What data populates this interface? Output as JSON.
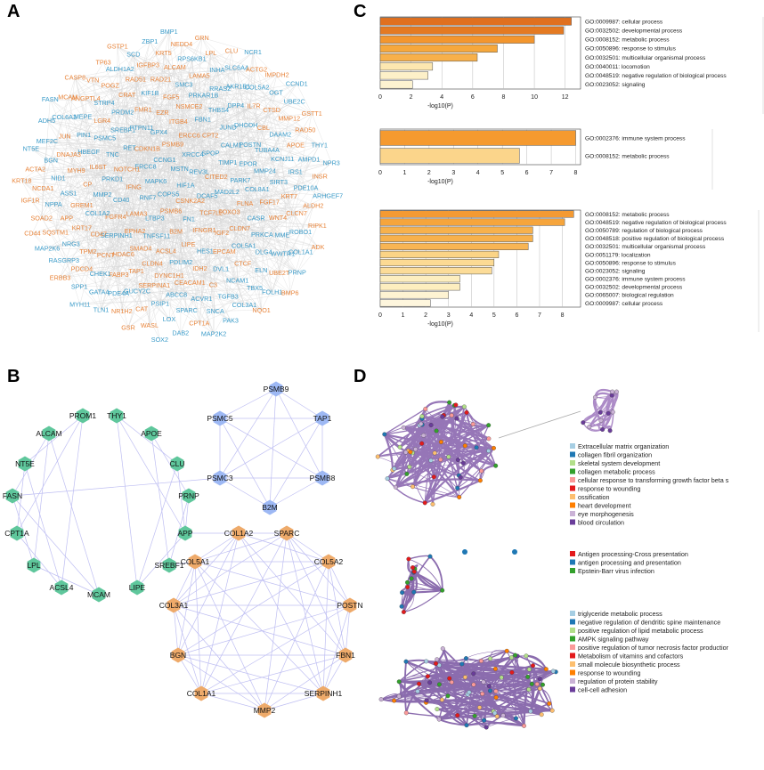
{
  "panels": {
    "a": "A",
    "b": "B",
    "c": "C",
    "d": "D"
  },
  "panel_a": {
    "genes": [
      {
        "t": "HIF1A",
        "c": "b"
      },
      {
        "t": "COPS5",
        "c": "b"
      },
      {
        "t": "MSTN",
        "c": "b"
      },
      {
        "t": "CSNK2A2",
        "c": "o"
      },
      {
        "t": "MAPK6",
        "c": "b"
      },
      {
        "t": "REV3L",
        "c": "b"
      },
      {
        "t": "PSMB6",
        "c": "o"
      },
      {
        "t": "CCNG1",
        "c": "b"
      },
      {
        "t": "DCAF5",
        "c": "b"
      },
      {
        "t": "RNF7",
        "c": "b"
      },
      {
        "t": "XRCC4",
        "c": "b"
      },
      {
        "t": "FN1",
        "c": "b"
      },
      {
        "t": "ERCC8",
        "c": "b"
      },
      {
        "t": "CITED2",
        "c": "o"
      },
      {
        "t": "LTBP3",
        "c": "b"
      },
      {
        "t": "PSMB9",
        "c": "o"
      },
      {
        "t": "TCF7L2",
        "c": "o"
      },
      {
        "t": "IFNG",
        "c": "o"
      },
      {
        "t": "SPOP",
        "c": "b"
      },
      {
        "t": "B2M",
        "c": "o"
      },
      {
        "t": "CDKN1B",
        "c": "o"
      },
      {
        "t": "MAD2L2",
        "c": "b"
      },
      {
        "t": "LAMA3",
        "c": "o"
      },
      {
        "t": "ERCC6",
        "c": "o"
      },
      {
        "t": "IFNGR1",
        "c": "o"
      },
      {
        "t": "NOTCH1",
        "c": "o"
      },
      {
        "t": "TIMP1",
        "c": "b"
      },
      {
        "t": "TNFSF11",
        "c": "b"
      },
      {
        "t": "GPX4",
        "c": "b"
      },
      {
        "t": "FOXO3",
        "c": "o"
      },
      {
        "t": "CD40",
        "c": "b"
      },
      {
        "t": "CPT2",
        "c": "o"
      },
      {
        "t": "LIPE",
        "c": "o"
      },
      {
        "t": "RET",
        "c": "b"
      },
      {
        "t": "PARK7",
        "c": "b"
      },
      {
        "t": "EPHA2",
        "c": "o"
      },
      {
        "t": "ITGB4",
        "c": "o"
      },
      {
        "t": "IGF2",
        "c": "o"
      },
      {
        "t": "PRKD1",
        "c": "b"
      },
      {
        "t": "CALM1",
        "c": "b"
      },
      {
        "t": "ACSL4",
        "c": "o"
      },
      {
        "t": "PTPN11",
        "c": "b"
      },
      {
        "t": "FLNA",
        "c": "o"
      },
      {
        "t": "FGFR4",
        "c": "o"
      },
      {
        "t": "FBN1",
        "c": "b"
      },
      {
        "t": "HES1",
        "c": "b"
      },
      {
        "t": "TNC",
        "c": "b"
      },
      {
        "t": "EPOR",
        "c": "b"
      },
      {
        "t": "SMAD4",
        "c": "o"
      },
      {
        "t": "EZR",
        "c": "o"
      },
      {
        "t": "CLDN7",
        "c": "o"
      },
      {
        "t": "MMP2",
        "c": "b"
      },
      {
        "t": "JUND",
        "c": "b"
      },
      {
        "t": "PDLIM2",
        "c": "b"
      },
      {
        "t": "SREBF1",
        "c": "b"
      },
      {
        "t": "COL8A1",
        "c": "b"
      },
      {
        "t": "SERPINH1",
        "c": "b"
      },
      {
        "t": "NSMCE2",
        "c": "o"
      },
      {
        "t": "EPCAM",
        "c": "o"
      },
      {
        "t": "IL6ST",
        "c": "o"
      },
      {
        "t": "POSTN",
        "c": "b"
      },
      {
        "t": "CLDN4",
        "c": "o"
      },
      {
        "t": "FMR1",
        "c": "o"
      },
      {
        "t": "CASR",
        "c": "b"
      },
      {
        "t": "COL1A2",
        "c": "b"
      },
      {
        "t": "THBS4",
        "c": "b"
      },
      {
        "t": "IDH2",
        "c": "o"
      },
      {
        "t": "PSMC5",
        "c": "b"
      },
      {
        "t": "MMP24",
        "c": "b"
      },
      {
        "t": "HDAC6",
        "c": "o"
      },
      {
        "t": "FGF5",
        "c": "o"
      },
      {
        "t": "COL5A1",
        "c": "b"
      },
      {
        "t": "CP",
        "c": "o"
      },
      {
        "t": "DHODH",
        "c": "b"
      },
      {
        "t": "DYNC1H1",
        "c": "o"
      },
      {
        "t": "PRDM2",
        "c": "b"
      },
      {
        "t": "FGF17",
        "c": "o"
      },
      {
        "t": "CD47",
        "c": "o"
      },
      {
        "t": "PRKAR1B",
        "c": "b"
      },
      {
        "t": "DVL1",
        "c": "b"
      },
      {
        "t": "HBEGF",
        "c": "b"
      },
      {
        "t": "TUBA4A",
        "c": "b"
      },
      {
        "t": "TAP1",
        "c": "o"
      },
      {
        "t": "KIF1B",
        "c": "b"
      },
      {
        "t": "PRKCA",
        "c": "b"
      },
      {
        "t": "GREM1",
        "c": "o"
      },
      {
        "t": "DPP4",
        "c": "b"
      },
      {
        "t": "CEACAM1",
        "c": "o"
      },
      {
        "t": "LGR4",
        "c": "o"
      },
      {
        "t": "SIRT3",
        "c": "b"
      },
      {
        "t": "PCNT",
        "c": "o"
      },
      {
        "t": "SMC3",
        "c": "b"
      },
      {
        "t": "CTCF",
        "c": "o"
      },
      {
        "t": "MYH9",
        "c": "o"
      },
      {
        "t": "CBL",
        "c": "o"
      },
      {
        "t": "SERPINA1",
        "c": "o"
      },
      {
        "t": "CRAT",
        "c": "o"
      },
      {
        "t": "WNT4",
        "c": "o"
      },
      {
        "t": "KRT17",
        "c": "o"
      },
      {
        "t": "RRAS2",
        "c": "b"
      },
      {
        "t": "C3",
        "c": "o"
      },
      {
        "t": "PIN1",
        "c": "b"
      },
      {
        "t": "KCNJ11",
        "c": "b"
      },
      {
        "t": "FABP3",
        "c": "o"
      },
      {
        "t": "RAD21",
        "c": "o"
      },
      {
        "t": "DLG4",
        "c": "b"
      },
      {
        "t": "ASS1",
        "c": "b"
      },
      {
        "t": "IL7R",
        "c": "o"
      },
      {
        "t": "ABCC8",
        "c": "b"
      },
      {
        "t": "STRP4",
        "c": "b"
      },
      {
        "t": "KRT7",
        "c": "o"
      },
      {
        "t": "TPM2",
        "c": "o"
      },
      {
        "t": "LAMA5",
        "c": "o"
      },
      {
        "t": "NCAM1",
        "c": "b"
      },
      {
        "t": "DNAJA3",
        "c": "o"
      },
      {
        "t": "DAAM2",
        "c": "b"
      },
      {
        "t": "GUCY2C",
        "c": "b"
      },
      {
        "t": "RAD51",
        "c": "o"
      },
      {
        "t": "MME",
        "c": "b"
      },
      {
        "t": "APP",
        "c": "o"
      },
      {
        "t": "AKR1B1",
        "c": "b"
      },
      {
        "t": "ACVR1",
        "c": "b"
      },
      {
        "t": "MEPE",
        "c": "b"
      },
      {
        "t": "IRS1",
        "c": "b"
      },
      {
        "t": "CHEK1",
        "c": "b"
      },
      {
        "t": "ALCAM",
        "c": "o"
      },
      {
        "t": "ELN",
        "c": "b"
      },
      {
        "t": "NID1",
        "c": "b"
      },
      {
        "t": "CTSD",
        "c": "o"
      },
      {
        "t": "PSIP1",
        "c": "b"
      },
      {
        "t": "POGZ",
        "c": "o"
      },
      {
        "t": "CLCN7",
        "c": "o"
      },
      {
        "t": "NRG3",
        "c": "b"
      },
      {
        "t": "INHA",
        "c": "b"
      },
      {
        "t": "TGFB3",
        "c": "b"
      },
      {
        "t": "JUN",
        "c": "o"
      },
      {
        "t": "APOE",
        "c": "o"
      },
      {
        "t": "PDE4A",
        "c": "b"
      },
      {
        "t": "IGFBP3",
        "c": "o"
      },
      {
        "t": "WWTR1",
        "c": "b"
      },
      {
        "t": "NPPA",
        "c": "b"
      },
      {
        "t": "COL5A2",
        "c": "b"
      },
      {
        "t": "SPARC",
        "c": "b"
      },
      {
        "t": "ANGPTL4",
        "c": "o"
      },
      {
        "t": "PDE10A",
        "c": "b"
      },
      {
        "t": "PDCD4",
        "c": "o"
      },
      {
        "t": "RPS6KB1",
        "c": "b"
      },
      {
        "t": "TBX5",
        "c": "b"
      },
      {
        "t": "BGN",
        "c": "b"
      },
      {
        "t": "MMP12",
        "c": "o"
      },
      {
        "t": "CAT",
        "c": "o"
      },
      {
        "t": "ALDH1A2",
        "c": "b"
      },
      {
        "t": "ROBO1",
        "c": "b"
      },
      {
        "t": "SQSTM1",
        "c": "o"
      },
      {
        "t": "SLC6A4",
        "c": "b"
      },
      {
        "t": "SNCA",
        "c": "b"
      },
      {
        "t": "COL6A3",
        "c": "b"
      },
      {
        "t": "AMPD1",
        "c": "b"
      },
      {
        "t": "GATA4",
        "c": "b"
      },
      {
        "t": "KRT5",
        "c": "o"
      },
      {
        "t": "UBE2T",
        "c": "o"
      },
      {
        "t": "NCDA1",
        "c": "o"
      },
      {
        "t": "OGT",
        "c": "b"
      },
      {
        "t": "LOX",
        "c": "b"
      },
      {
        "t": "VTN",
        "c": "o"
      },
      {
        "t": "ALDH2",
        "c": "o"
      },
      {
        "t": "RASGRP3",
        "c": "b"
      },
      {
        "t": "LPL",
        "c": "o"
      },
      {
        "t": "COL3A1",
        "c": "b"
      },
      {
        "t": "MEF2C",
        "c": "b"
      },
      {
        "t": "RAD50",
        "c": "o"
      },
      {
        "t": "NR1H2",
        "c": "o"
      },
      {
        "t": "SCD",
        "c": "b"
      },
      {
        "t": "COL1A1",
        "c": "b"
      },
      {
        "t": "SOAD2",
        "c": "o"
      },
      {
        "t": "ACTG2",
        "c": "o"
      },
      {
        "t": "CPT1A",
        "c": "o"
      },
      {
        "t": "MCAM",
        "c": "o"
      },
      {
        "t": "INSR",
        "c": "o"
      },
      {
        "t": "SPP1",
        "c": "b"
      },
      {
        "t": "NEDD4",
        "c": "o"
      },
      {
        "t": "FOLH1",
        "c": "b"
      },
      {
        "t": "ACTA2",
        "c": "o"
      },
      {
        "t": "UBE2C",
        "c": "b"
      },
      {
        "t": "WASL",
        "c": "o"
      },
      {
        "t": "TP63",
        "c": "o"
      },
      {
        "t": "RIPK1",
        "c": "o"
      },
      {
        "t": "MAP2K6",
        "c": "b"
      },
      {
        "t": "CLU",
        "c": "o"
      },
      {
        "t": "PAK3",
        "c": "b"
      },
      {
        "t": "ADH5",
        "c": "b"
      },
      {
        "t": "THY1",
        "c": "b"
      },
      {
        "t": "TLN1",
        "c": "b"
      },
      {
        "t": "ZBP1",
        "c": "b"
      },
      {
        "t": "PRNP",
        "c": "b"
      },
      {
        "t": "IGF1R",
        "c": "o"
      },
      {
        "t": "IMPDH2",
        "c": "o"
      },
      {
        "t": "DAB2",
        "c": "b"
      },
      {
        "t": "CASP8",
        "c": "o"
      },
      {
        "t": "ARHGEF7",
        "c": "b"
      },
      {
        "t": "ERBB3",
        "c": "o"
      },
      {
        "t": "GRN",
        "c": "o"
      },
      {
        "t": "NQO1",
        "c": "o"
      },
      {
        "t": "NT5E",
        "c": "b"
      },
      {
        "t": "GSTT1",
        "c": "o"
      },
      {
        "t": "GSR",
        "c": "o"
      },
      {
        "t": "GSTP1",
        "c": "o"
      },
      {
        "t": "ADK",
        "c": "o"
      },
      {
        "t": "CD44",
        "c": "o"
      },
      {
        "t": "NCR1",
        "c": "b"
      },
      {
        "t": "MAP2K2",
        "c": "b"
      },
      {
        "t": "FASN",
        "c": "b"
      },
      {
        "t": "NPR3",
        "c": "b"
      },
      {
        "t": "MYH11",
        "c": "b"
      },
      {
        "t": "BMP1",
        "c": "b"
      },
      {
        "t": "BMP6",
        "c": "o"
      },
      {
        "t": "KRT18",
        "c": "o"
      },
      {
        "t": "CCND1",
        "c": "b"
      },
      {
        "t": "SOX2",
        "c": "b"
      }
    ]
  },
  "panel_b": {
    "nodes": [
      {
        "t": "PSMB9",
        "g": "blue"
      },
      {
        "t": "PSMC5",
        "g": "blue"
      },
      {
        "t": "TAP1",
        "g": "blue"
      },
      {
        "t": "PSMC3",
        "g": "blue"
      },
      {
        "t": "PSMB8",
        "g": "blue"
      },
      {
        "t": "B2M",
        "g": "blue"
      },
      {
        "t": "PROM1",
        "g": "green"
      },
      {
        "t": "THY1",
        "g": "green"
      },
      {
        "t": "ALCAM",
        "g": "green"
      },
      {
        "t": "APOE",
        "g": "green"
      },
      {
        "t": "NT5E",
        "g": "green"
      },
      {
        "t": "CLU",
        "g": "green"
      },
      {
        "t": "FASN",
        "g": "green"
      },
      {
        "t": "PRNP",
        "g": "green"
      },
      {
        "t": "CPT1A",
        "g": "green"
      },
      {
        "t": "APP",
        "g": "green"
      },
      {
        "t": "LPL",
        "g": "green"
      },
      {
        "t": "SREBF1",
        "g": "green"
      },
      {
        "t": "ACSL4",
        "g": "green"
      },
      {
        "t": "LIPE",
        "g": "green"
      },
      {
        "t": "MCAM",
        "g": "green"
      },
      {
        "t": "COL1A2",
        "g": "orange"
      },
      {
        "t": "SPARC",
        "g": "orange"
      },
      {
        "t": "COL5A1",
        "g": "orange"
      },
      {
        "t": "COL5A2",
        "g": "orange"
      },
      {
        "t": "COL3A1",
        "g": "orange"
      },
      {
        "t": "POSTN",
        "g": "orange"
      },
      {
        "t": "BGN",
        "g": "orange"
      },
      {
        "t": "FBN1",
        "g": "orange"
      },
      {
        "t": "COL1A1",
        "g": "orange"
      },
      {
        "t": "SERPINH1",
        "g": "orange"
      },
      {
        "t": "MMP2",
        "g": "orange"
      }
    ],
    "colors": {
      "blue": "#9db8f4",
      "green": "#5fc79c",
      "orange": "#eeaa6a",
      "edge": "#a9a9ee"
    }
  },
  "chart_data": [
    {
      "type": "bar",
      "orientation": "horizontal",
      "xlabel": "-log10(P)",
      "xlim": [
        0,
        13
      ],
      "xticks": [
        0,
        2,
        4,
        6,
        8,
        10,
        12
      ],
      "categories": [
        "GO:0009987: cellular process",
        "GO:0032502: developmental process",
        "GO:0008152: metabolic process",
        "GO:0050896: response to stimulus",
        "GO:0032501: multicellular organismal process",
        "GO:0040011: locomotion",
        "GO:0048519: negative regulation of biological process",
        "GO:0023052: signaling"
      ],
      "values": [
        12.4,
        11.9,
        10.0,
        7.6,
        6.3,
        3.4,
        3.1,
        2.1
      ],
      "colors": [
        "#e0701f",
        "#e47a22",
        "#f3962e",
        "#f6a83c",
        "#f7b04a",
        "#fde7b0",
        "#fdf0c8",
        "#fdf3d1"
      ]
    },
    {
      "type": "bar",
      "orientation": "horizontal",
      "xlabel": "-log10(P)",
      "xlim": [
        0,
        8.2
      ],
      "xticks": [
        0,
        1,
        2,
        3,
        4,
        5,
        6,
        7,
        8
      ],
      "categories": [
        "GO:0002376: immune system process",
        "GO:0008152: metabolic process"
      ],
      "values": [
        8.0,
        5.7
      ],
      "colors": [
        "#f59a2f",
        "#fbd58b"
      ]
    },
    {
      "type": "bar",
      "orientation": "horizontal",
      "xlabel": "-log10(P)",
      "xlim": [
        0,
        8.8
      ],
      "xticks": [
        0,
        1,
        2,
        3,
        4,
        5,
        6,
        7,
        8
      ],
      "categories": [
        "GO:0008152: metabolic process",
        "GO:0048519: negative regulation of biological process",
        "GO:0050789: regulation of biological process",
        "GO:0048518: positive regulation of biological process",
        "GO:0032501: multicellular organismal process",
        "GO:0051179: localization",
        "GO:0050896: response to stimulus",
        "GO:0023052: signaling",
        "GO:0002376: immune system process",
        "GO:0032502: developmental process",
        "GO:0065007: biological regulation",
        "GO:0009987: cellular process"
      ],
      "values": [
        8.5,
        8.1,
        6.7,
        6.7,
        6.5,
        5.2,
        5.0,
        4.9,
        3.5,
        3.5,
        3.0,
        2.2
      ],
      "colors": [
        "#f49a33",
        "#f6a53c",
        "#f7b14c",
        "#f7b14c",
        "#f8b554",
        "#fbd486",
        "#fcda93",
        "#fcdc98",
        "#fdeebf",
        "#fdeebf",
        "#fef3d2",
        "#fef6dd"
      ]
    }
  ],
  "panel_d": {
    "legend1": [
      {
        "t": "Extracellular matrix organization",
        "c": "#a6cee3"
      },
      {
        "t": "collagen fibril organization",
        "c": "#1f78b4"
      },
      {
        "t": "skeletal system development",
        "c": "#b2df8a"
      },
      {
        "t": "collagen metabolic process",
        "c": "#33a02c"
      },
      {
        "t": "cellular response to transforming growth factor beta s",
        "c": "#fb9a99"
      },
      {
        "t": "response to wounding",
        "c": "#e31a1c"
      },
      {
        "t": "ossification",
        "c": "#fdbf6f"
      },
      {
        "t": "heart development",
        "c": "#ff7f00"
      },
      {
        "t": "eye morphogenesis",
        "c": "#cab2d6"
      },
      {
        "t": "blood circulation",
        "c": "#6a3d9a"
      }
    ],
    "legend2": [
      {
        "t": "Antigen processing-Cross presentation",
        "c": "#e31a1c"
      },
      {
        "t": "antigen processing and presentation",
        "c": "#1f78b4"
      },
      {
        "t": "Epstein-Barr virus infection",
        "c": "#33a02c"
      }
    ],
    "legend3": [
      {
        "t": "triglyceride metabolic process",
        "c": "#a6cee3"
      },
      {
        "t": "negative regulation of dendritic spine maintenance",
        "c": "#1f78b4"
      },
      {
        "t": "positive regulation of lipid metabolic process",
        "c": "#b2df8a"
      },
      {
        "t": "AMPK signaling pathway",
        "c": "#33a02c"
      },
      {
        "t": "positive regulation of tumor necrosis factor productior",
        "c": "#fb9a99"
      },
      {
        "t": "Metabolism of vitamins and cofactors",
        "c": "#e31a1c"
      },
      {
        "t": "small molecule biosynthetic process",
        "c": "#fdbf6f"
      },
      {
        "t": "response to wounding",
        "c": "#ff7f00"
      },
      {
        "t": "regulation of protein stability",
        "c": "#cab2d6"
      },
      {
        "t": "cell-cell adhesion",
        "c": "#6a3d9a"
      }
    ]
  }
}
